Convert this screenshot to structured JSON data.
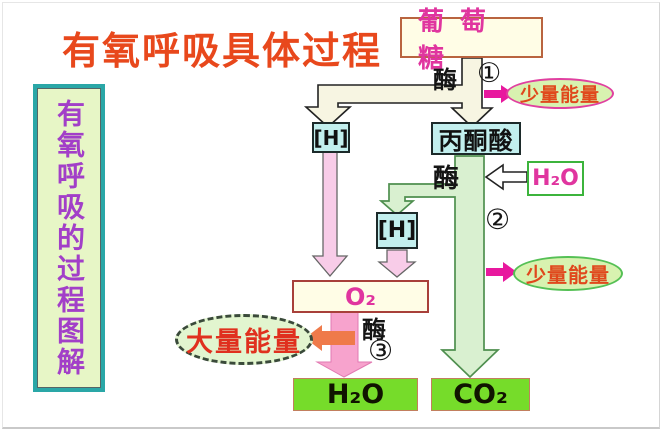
{
  "title": "有氧呼吸具体过程",
  "sidebar": {
    "text": "有氧呼吸的过程图解"
  },
  "nodes": {
    "glucose": "葡萄糖",
    "h_left": "[H]",
    "pyruvate": "丙酮酸",
    "h_mid": "[H]",
    "water_in": "H₂O",
    "o2": "O₂",
    "water_out": "H₂O",
    "co2": "CO₂"
  },
  "labels": {
    "enzyme_top": "酶",
    "step1": "①",
    "enzyme_mid": "酶",
    "step2": "②",
    "enzyme_bottom": "酶",
    "step3": "③"
  },
  "energy": {
    "small_top": "少量能量",
    "small_mid": "少量能量",
    "large": "大量能量"
  },
  "colors": {
    "title-red": "#e8481c",
    "sidebar-border": "#2aa7a7",
    "sidebar-bg": "#e7f6c6",
    "sidebar-text": "#a23fc8",
    "cream-bg": "#fffde6",
    "cream-border": "#b9643f",
    "magenta-text": "#e0359f",
    "cyan-bg": "#c2efee",
    "cream-arrow": "#f7f5e2",
    "pink-light": "#f8cce8",
    "pink-solid": "#f7a3cd",
    "green-arrow": "#d9f0d0",
    "green-edge": "#4f8f4f",
    "magenta-arrow": "#e8189e",
    "orange-arrow": "#ef7a4a",
    "energy-bg": "#d8f2b0",
    "energy-text": "#e0481c",
    "small1-border": "#e040a0",
    "small2-border": "#55c055",
    "water-border": "#3cb43c",
    "o2-border": "#a8403a",
    "bright-green": "#76dc2a"
  }
}
